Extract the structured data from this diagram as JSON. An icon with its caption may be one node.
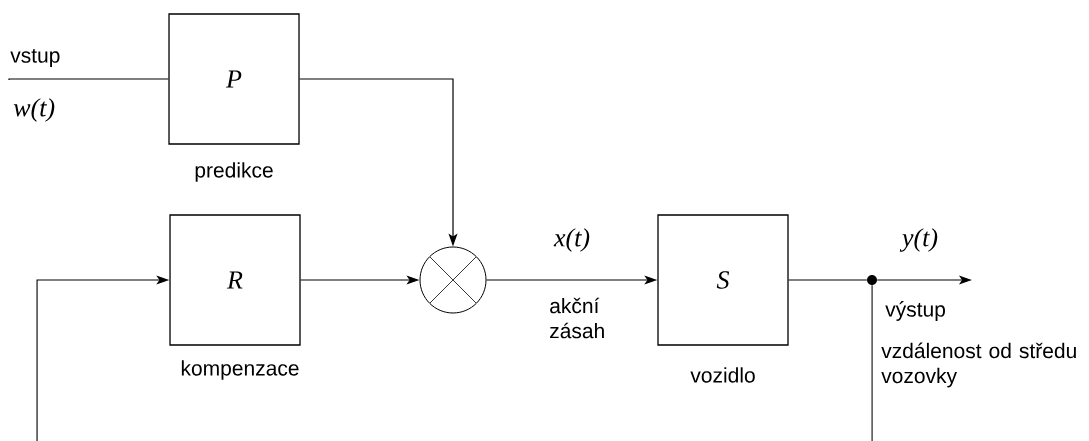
{
  "diagram": {
    "nodes": [
      {
        "text": [
          "P"
        ],
        "beside": [
          "predikce"
        ]
      },
      {
        "text": [
          "R"
        ],
        "beside": [
          "kompenzace"
        ]
      },
      {
        "text": [],
        "shape": "circle"
      },
      {
        "text": [
          "S"
        ],
        "beside": [
          "vozidlo"
        ]
      },
      {
        "text": [],
        "shape": "dot"
      }
    ],
    "edges": [
      {
        "from": null,
        "to": 0,
        "arrow": "none",
        "label": "vstup"
      },
      {
        "from": 0,
        "to": 2,
        "arrow": "to"
      },
      {
        "from": 1,
        "to": 2,
        "arrow": "to"
      },
      {
        "from": 2,
        "to": 3,
        "arrow": "to",
        "label": "akční zásah"
      },
      {
        "from": 3,
        "to": 4,
        "arrow": "none"
      },
      {
        "from": 4,
        "to": null,
        "arrow": "to",
        "label": "výstup"
      },
      {
        "from": 4,
        "to": null,
        "arrow": "none"
      },
      {
        "from": null,
        "to": 1,
        "arrow": "to"
      }
    ],
    "labels": [
      "w(t)",
      "x(t)",
      "y(t)",
      "vzdálenost od středu vozovky"
    ]
  }
}
